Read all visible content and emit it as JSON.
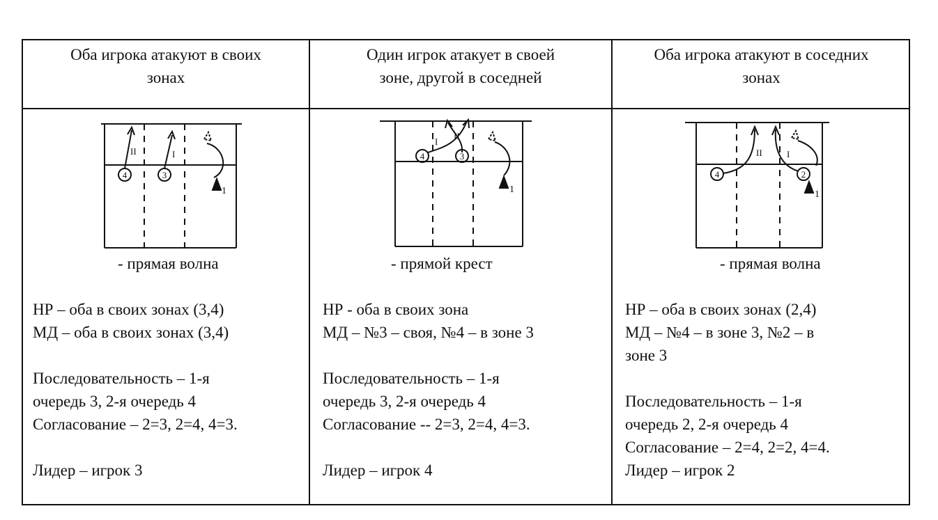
{
  "columns": [
    {
      "header": [
        "Оба игрока атакуют в своих",
        "зонах"
      ],
      "diagram": {
        "players": [
          "4",
          "3"
        ],
        "arrow_labels": [
          "II",
          "I"
        ],
        "setter": "1"
      },
      "caption": "- прямая волна",
      "lines": [
        "НР – оба в своих  зонах (3,4)",
        "МД – оба в своих зонах (3,4)",
        "",
        "Последовательность – 1-я",
        "очередь 3, 2-я очередь 4",
        "Согласование – 2=3, 2=4, 4=3.",
        "",
        "Лидер – игрок 3"
      ]
    },
    {
      "header": [
        "Один игрок атакует в своей",
        "зоне, другой в соседней"
      ],
      "diagram": {
        "players": [
          "4",
          "3"
        ],
        "arrow_labels": [
          "I",
          "II"
        ],
        "setter": "1"
      },
      "caption": "- прямой крест",
      "lines": [
        "НР  - оба в своих зона",
        "МД – №3 – своя, №4 – в зоне 3",
        "",
        "Последовательность – 1-я",
        "очередь 3, 2-я очередь 4",
        "Согласование -- 2=3, 2=4, 4=3.",
        "",
        "Лидер – игрок 4"
      ]
    },
    {
      "header": [
        "Оба игрока атакуют в соседних",
        "зонах"
      ],
      "diagram": {
        "players": [
          "4",
          "2"
        ],
        "arrow_labels": [
          "II",
          "I"
        ],
        "setter": "1"
      },
      "caption": "- прямая волна",
      "lines": [
        "НР – оба в своих  зонах (2,4)",
        "МД – №4 – в зоне 3, №2 – в",
        "зоне 3",
        "",
        "Последовательность – 1-я",
        "очередь 2, 2-я очередь 4",
        "Согласование – 2=4, 2=2, 4=4.",
        "Лидер – игрок 2"
      ]
    }
  ]
}
